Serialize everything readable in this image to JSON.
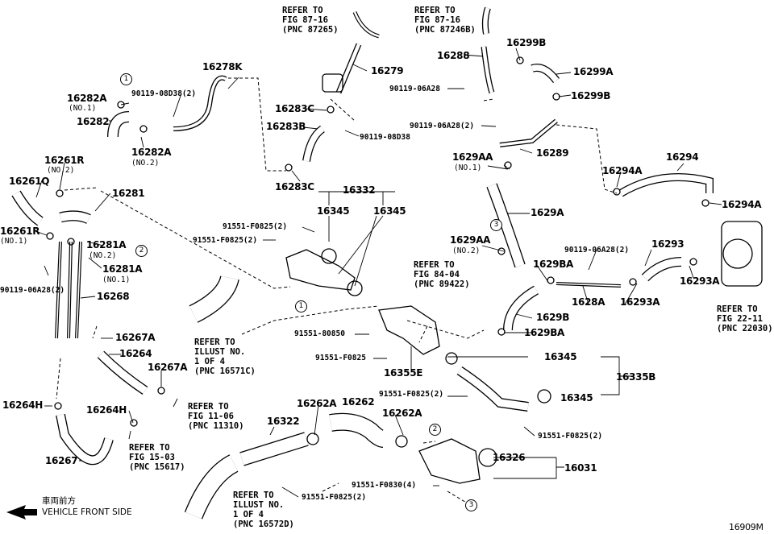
{
  "diagram": {
    "code": "16909M",
    "direction": {
      "jp": "車両前方",
      "en": "VEHICLE FRONT SIDE"
    },
    "labels": {
      "p16278K": "16278K",
      "p16279": "16279",
      "p16288": "16288",
      "p16299B_1": "16299B",
      "p16299A": "16299A",
      "p16299B_2": "16299B",
      "p16282A_1": "16282A",
      "p16282": "16282",
      "p16282A_2": "16282A",
      "p90119_08D38_2": "90119-08D38(2)",
      "p16283C_1": "16283C",
      "p16283B": "16283B",
      "p90119_08D38": "90119-08D38",
      "p16283C_2": "16283C",
      "p90119_06A28_a": "90119-06A28",
      "p90119_06A28_b": "90119-06A28(2)",
      "p16289": "16289",
      "p1629AA_1": "1629AA",
      "p16294A_1": "16294A",
      "p16294": "16294",
      "p16294A_2": "16294A",
      "p16261R_1": "16261R",
      "p16261Q": "16261Q",
      "p16281": "16281",
      "p16261R_2": "16261R",
      "p16281A_1": "16281A",
      "p16281A_2": "16281A",
      "p90119_06A28_c": "90119-06A28(2)",
      "p16268": "16268",
      "p16332": "16332",
      "p16345_a": "16345",
      "p16345_b": "16345",
      "p91551_F0825_a": "91551-F0825(2)",
      "p91551_F0825_b": "91551-F0825(2)",
      "p1629A": "1629A",
      "p1629AA_2": "1629AA",
      "p1629BA_1": "1629BA",
      "p90119_06A28_d": "90119-06A28(2)",
      "p16293": "16293",
      "p16293A_1": "16293A",
      "p1628A": "1628A",
      "p16293A_2": "16293A",
      "p1629B": "1629B",
      "p1629BA_2": "1629BA",
      "p16267A_1": "16267A",
      "p16264": "16264",
      "p16267A_2": "16267A",
      "p91551_80850": "91551-80850",
      "p91551_F0825_c": "91551-F0825",
      "p16355E": "16355E",
      "p16345_c": "16345",
      "p16335B": "16335B",
      "p91551_F0825_d": "91551-F0825(2)",
      "p16345_d": "16345",
      "p91551_F0825_e": "91551-F0825(2)",
      "p16264H_1": "16264H",
      "p16264H_2": "16264H",
      "p16267": "16267",
      "p16322": "16322",
      "p16262A_1": "16262A",
      "p16262": "16262",
      "p16262A_2": "16262A",
      "p16326": "16326",
      "p16031": "16031",
      "p91551_F0830": "91551-F0830(4)",
      "p91551_F0825_f": "91551-F0825(2)"
    },
    "qualifiers": {
      "q_no1_a": "(NO.1)",
      "q_no2_a": "(NO.2)",
      "q_no2_b": "(NO.2)",
      "q_no1_b": "(NO.1)",
      "q_no1_c": "(NO.1)",
      "q_no2_c": "(NO.2)",
      "q_no1_d": "(NO.1)",
      "q_no2_d": "(NO.2)"
    },
    "refs": {
      "r87265": "REFER TO\nFIG 87-16\n(PNC 87265)",
      "r87246B": "REFER TO\nFIG 87-16\n(PNC 87246B)",
      "r89422": "REFER TO\nFIG 84-04\n(PNC 89422)",
      "r22030": "REFER TO\nFIG 22-11\n(PNC 22030)",
      "r16571C": "REFER TO\nILLUST NO.\n1 OF 4\n(PNC 16571C)",
      "r11310": "REFER TO\nFIG 11-06\n(PNC 11310)",
      "r15617": "REFER TO\nFIG 15-03\n(PNC 15617)",
      "r16572D": "REFER TO\nILLUST NO.\n1 OF 4\n(PNC 16572D)"
    },
    "circles": {
      "c1a": "1",
      "c1b": "1",
      "c2a": "2",
      "c2b": "2",
      "c3a": "3",
      "c3b": "3"
    }
  }
}
